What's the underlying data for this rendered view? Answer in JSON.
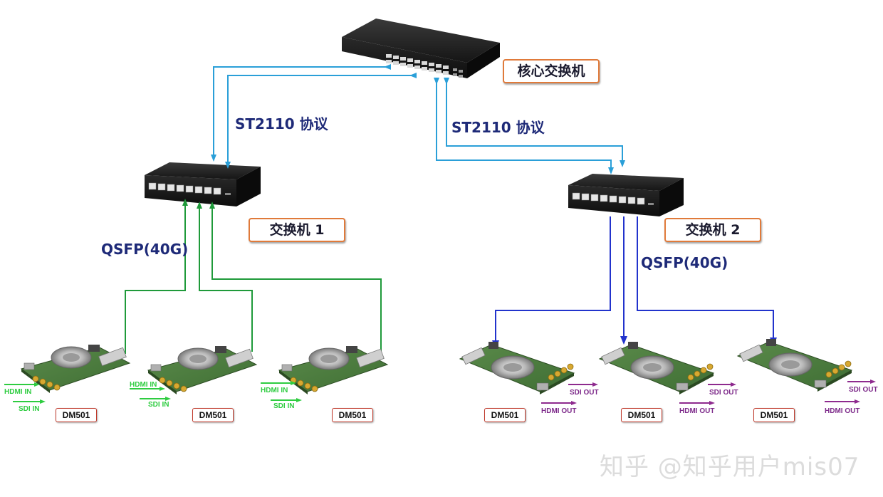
{
  "labels": {
    "core_switch": "核心交换机",
    "switch1": "交换机 1",
    "switch2": "交换机 2",
    "protocol_left": "ST2110 协议",
    "protocol_right": "ST2110 协议",
    "qsfp_left": "QSFP(40G)",
    "qsfp_right": "QSFP(40G)"
  },
  "left_boards": [
    {
      "model": "DM501",
      "in1": "HDMI IN",
      "in2": "SDI IN"
    },
    {
      "model": "DM501",
      "in1": "HDMI IN",
      "in2": "SDI IN"
    },
    {
      "model": "DM501",
      "in1": "HDMI IN",
      "in2": "SDI IN"
    }
  ],
  "right_boards": [
    {
      "model": "DM501",
      "out1": "SDI OUT",
      "out2": "HDMI OUT"
    },
    {
      "model": "DM501",
      "out1": "SDI OUT",
      "out2": "HDMI OUT"
    },
    {
      "model": "DM501",
      "out1": "SDI OUT",
      "out2": "HDMI OUT"
    }
  ],
  "watermark": "知乎 @知乎用户mis07",
  "colors": {
    "st2110_link": "#2a9fd8",
    "qsfp_link_left": "#1f9a3a",
    "qsfp_link_right": "#2233cc",
    "input_arrow": "#2ecc40",
    "output_arrow": "#8e2a8e",
    "label_border": "#e07a3a",
    "protocol_text": "#1e2a78"
  }
}
